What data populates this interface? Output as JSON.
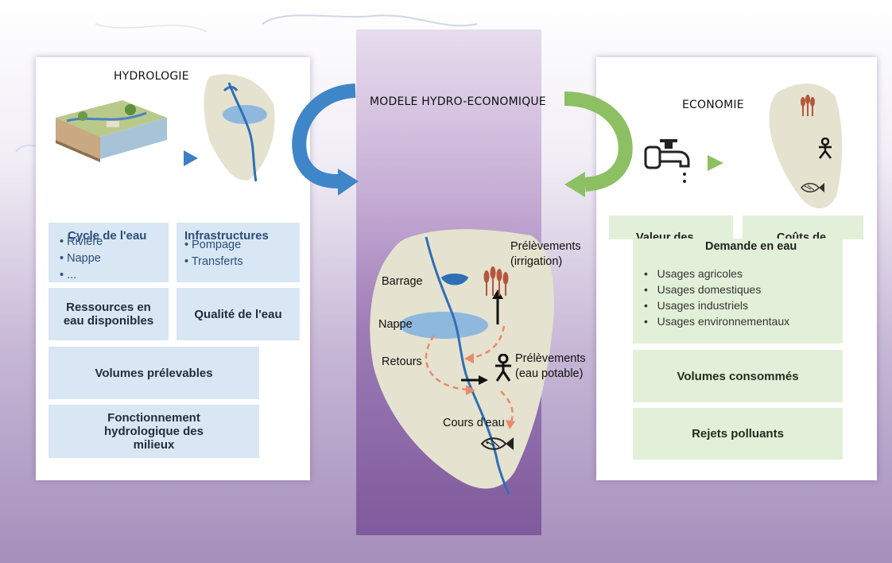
{
  "center": {
    "title": "MODELE HYDRO-ECONOMIQUE"
  },
  "left": {
    "title": "HYDROLOGIE",
    "cycle": {
      "heading": "Cycle de l'eau",
      "overlay_items": [
        "Rivière",
        "Nappe",
        "..."
      ]
    },
    "infra": {
      "heading": "Infrastructures",
      "overlay_items": [
        "Pompage",
        "Transferts"
      ]
    },
    "resources": "Ressources en eau disponibles",
    "quality": "Qualité de l'eau",
    "volumes": "Volumes prélevables",
    "fonctionnement": "Fonctionnement hydrologique des milieux"
  },
  "right": {
    "title": "ECONOMIE",
    "tab_valeur": "Valeur des",
    "tab_couts": "Coûts de",
    "demande": {
      "heading": "Demande en eau",
      "items": [
        "Usages agricoles",
        "Usages domestiques",
        "Usages industriels",
        "Usages environnementaux"
      ]
    },
    "volumes": "Volumes consommés",
    "rejets": "Rejets polluants"
  },
  "map_labels": {
    "barrage": "Barrage",
    "nappe": "Nappe",
    "retours": "Retours",
    "prel_irrigation": "Prélèvements\n(irrigation)",
    "prel_potable": "Prélèvements\n(eau potable)",
    "cours": "Cours d'eau"
  },
  "colors": {
    "river": "#2f6fb5",
    "lake": "#8fb8de",
    "basin": "#e5e2cf",
    "arrow_left": "#3f86c8",
    "arrow_right": "#8cc063",
    "dashed": "#e98a6c",
    "triangle_blue": "#3b7fc4",
    "triangle_green": "#8cc063"
  },
  "icons": [
    "faucet-icon",
    "wheat-icon",
    "person-icon",
    "fish-icon",
    "landscape-block-icon"
  ]
}
